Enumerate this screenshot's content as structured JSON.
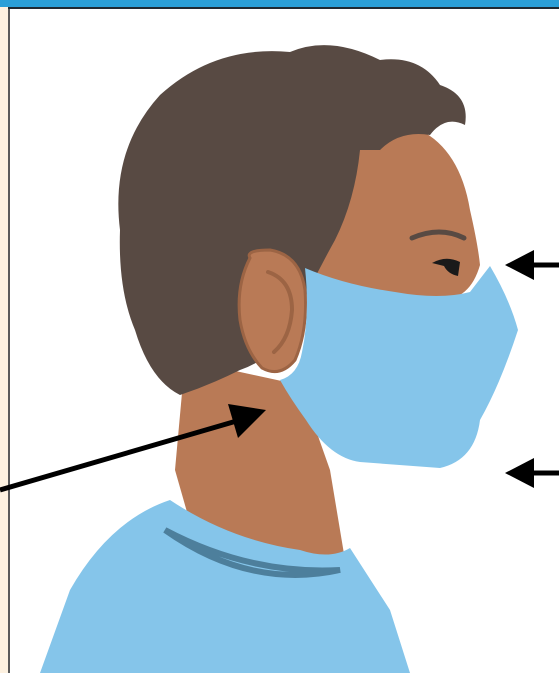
{
  "figure": {
    "subject": "person-profile-wearing-cloth-face-mask",
    "arrows": [
      {
        "name": "arrow-nose-bridge",
        "direction": "left"
      },
      {
        "name": "arrow-under-chin",
        "direction": "left"
      },
      {
        "name": "arrow-ear-loop",
        "direction": "up-right"
      }
    ]
  },
  "colors": {
    "top_bar": "#2a9fd8",
    "left_strip": "#fdf1e0",
    "hair": "#584a43",
    "skin": "#b97a56",
    "skin_shadow": "#9c6444",
    "mask": "#85c5ea",
    "shirt": "#85c5ea",
    "shirt_shadow": "#4d7f9c",
    "arrow": "#000000"
  }
}
